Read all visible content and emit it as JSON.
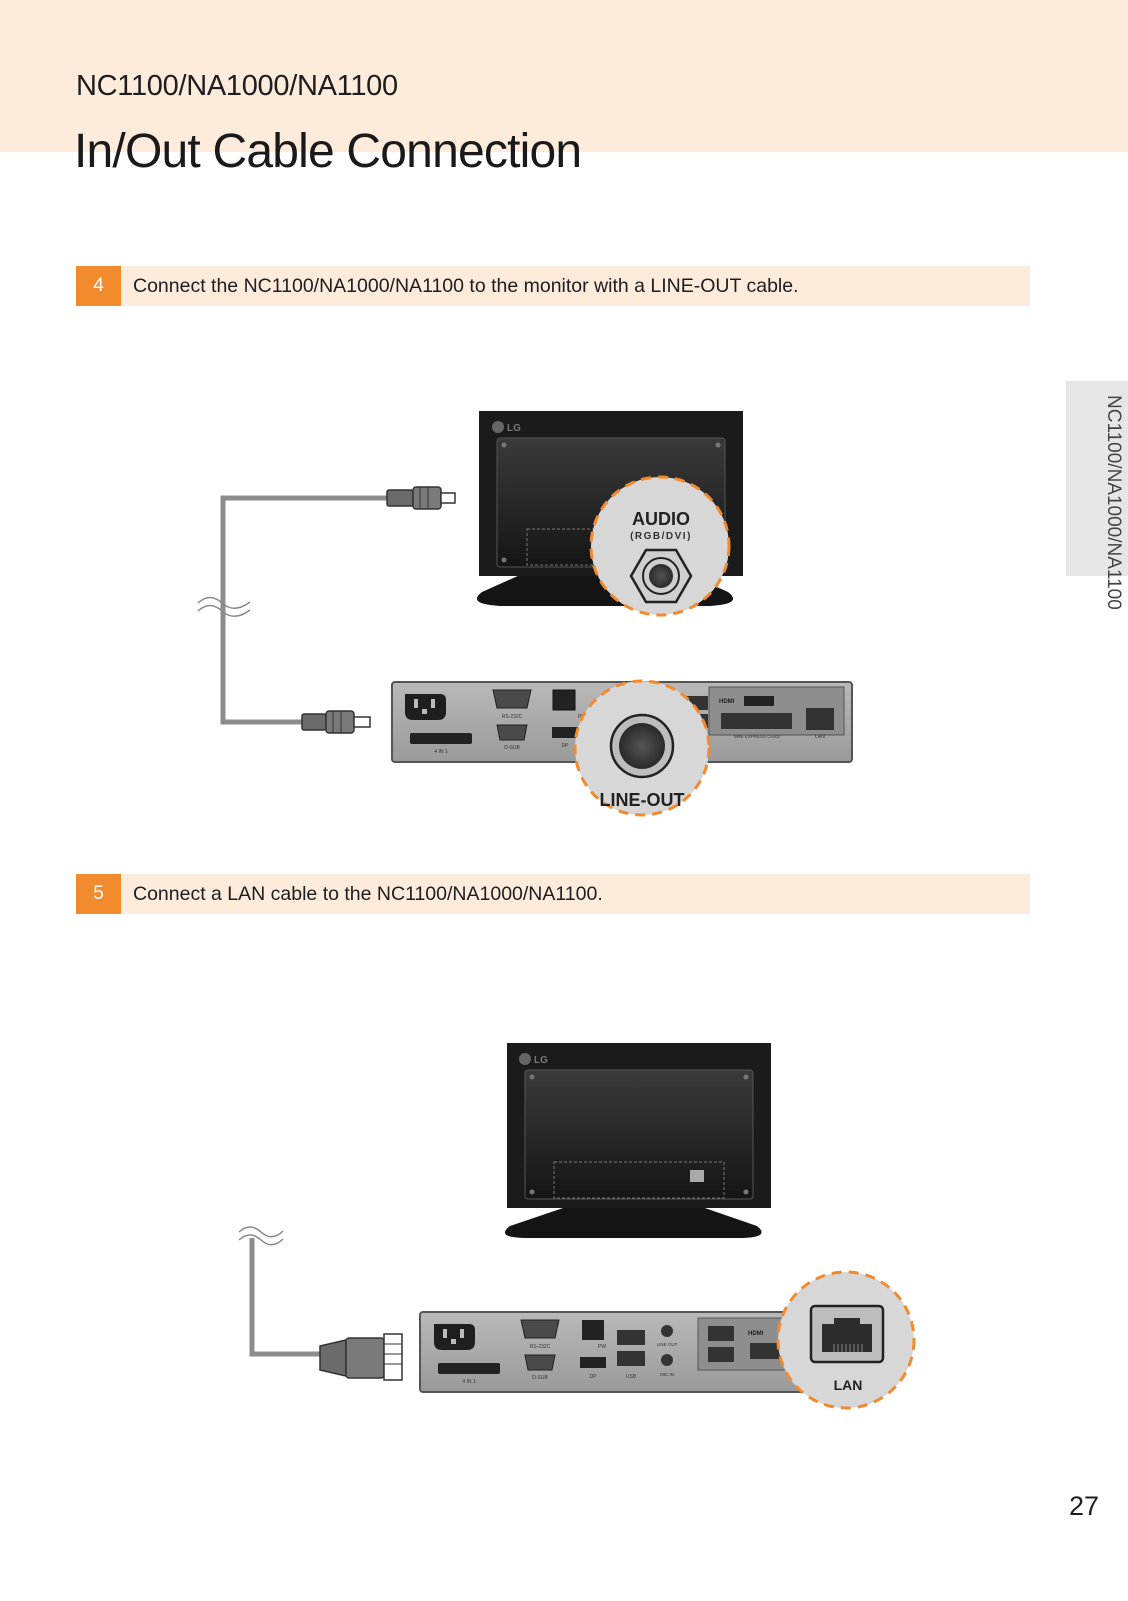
{
  "header": {
    "model": "NC1100/NA1000/NA1100",
    "title": "In/Out Cable Connection"
  },
  "side_tab": {
    "label": "NC1100/NA1000/NA1100"
  },
  "steps": [
    {
      "number": "4",
      "text": "Connect the NC1100/NA1000/NA1100 to the monitor with a LINE-OUT cable."
    },
    {
      "number": "5",
      "text": "Connect a LAN cable to the NC1100/NA1000/NA1100."
    }
  ],
  "figure1": {
    "monitor_logo": "LG",
    "audio_label": "AUDIO",
    "audio_sublabel": "(RGB/DVI)",
    "lineout_label": "LINE-OUT",
    "ports": {
      "rs232c": "RS-232C",
      "dsub": "D-SUB",
      "dp": "DP",
      "four_in_one": "4 IN 1",
      "pw": "PW",
      "hdmi": "HDMI",
      "mini_express": "MINI EXPRESS CARD",
      "lan": "LAN"
    }
  },
  "figure2": {
    "monitor_logo": "LG",
    "lan_label": "LAN",
    "ports": {
      "rs232c": "RS-232C",
      "dsub": "D-SUB",
      "dp": "DP",
      "four_in_one": "4 IN 1",
      "pw": "PW",
      "usb": "USB",
      "line_out": "LINE OUT",
      "mic_in": "MIC IN",
      "hdmi": "HDMI"
    }
  },
  "footer": {
    "page_number": "27"
  },
  "colors": {
    "accent": "#f28b2e",
    "band": "#fdebdc",
    "cable": "#8c8c8c"
  }
}
